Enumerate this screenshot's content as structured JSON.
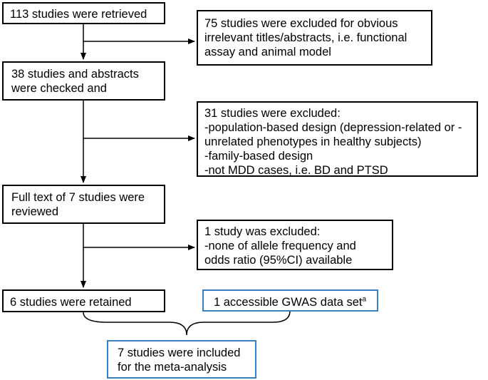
{
  "diagram": {
    "boxes": {
      "retrieved": {
        "lines": [
          "113 studies were retrieved"
        ]
      },
      "excluded_1": {
        "lines": [
          "75 studies were excluded for obvious",
          "irrelevant titles/abstracts, i.e. functional",
          "assay and animal model"
        ]
      },
      "checked": {
        "lines": [
          "38 studies and abstracts",
          "were checked and"
        ]
      },
      "excluded_2": {
        "lines": [
          "31 studies were excluded:",
          "-population-based design (depression-related or -",
          "unrelated phenotypes in healthy subjects)",
          "-family-based design",
          "-not MDD cases, i.e. BD and PTSD"
        ]
      },
      "fulltext": {
        "lines": [
          "Full text of 7 studies were",
          "reviewed"
        ]
      },
      "excluded_3": {
        "lines": [
          "1 study was excluded:",
          "-none of allele frequency and",
          "odds ratio (95%CI) available"
        ]
      },
      "retained": {
        "lines": [
          "6 studies were retained"
        ]
      },
      "gwas": {
        "text": "1 accessible GWAS data set",
        "superscript": "a"
      },
      "included": {
        "lines": [
          "7 studies were included",
          "for the meta-analysis"
        ]
      }
    },
    "colors": {
      "border": "#000000",
      "highlight_border": "#3a7fc4"
    }
  }
}
